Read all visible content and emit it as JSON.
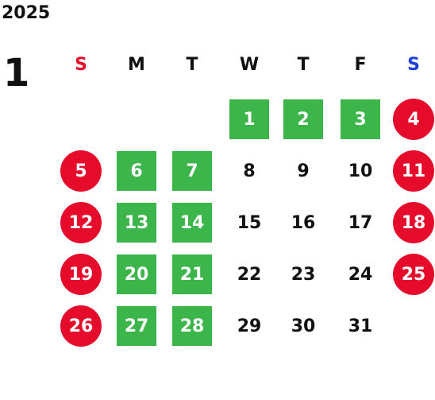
{
  "calendar": {
    "year": "2025",
    "month": "1",
    "weekdays": [
      {
        "label": "S",
        "color": "#e60b2a"
      },
      {
        "label": "M",
        "color": "#111111"
      },
      {
        "label": "T",
        "color": "#111111"
      },
      {
        "label": "W",
        "color": "#111111"
      },
      {
        "label": "T",
        "color": "#111111"
      },
      {
        "label": "F",
        "color": "#111111"
      },
      {
        "label": "S",
        "color": "#1f3fd8"
      }
    ],
    "colors": {
      "workday": "#3cb54a",
      "holiday": "#e60b2a",
      "text": "#111111"
    },
    "weeks": [
      [
        null,
        null,
        null,
        {
          "day": "1",
          "style": "workday"
        },
        {
          "day": "2",
          "style": "workday"
        },
        {
          "day": "3",
          "style": "workday"
        },
        {
          "day": "4",
          "style": "holiday"
        }
      ],
      [
        {
          "day": "5",
          "style": "holiday"
        },
        {
          "day": "6",
          "style": "workday"
        },
        {
          "day": "7",
          "style": "workday"
        },
        {
          "day": "8",
          "style": "plain"
        },
        {
          "day": "9",
          "style": "plain"
        },
        {
          "day": "10",
          "style": "plain"
        },
        {
          "day": "11",
          "style": "holiday"
        }
      ],
      [
        {
          "day": "12",
          "style": "holiday"
        },
        {
          "day": "13",
          "style": "workday"
        },
        {
          "day": "14",
          "style": "workday"
        },
        {
          "day": "15",
          "style": "plain"
        },
        {
          "day": "16",
          "style": "plain"
        },
        {
          "day": "17",
          "style": "plain"
        },
        {
          "day": "18",
          "style": "holiday"
        }
      ],
      [
        {
          "day": "19",
          "style": "holiday"
        },
        {
          "day": "20",
          "style": "workday"
        },
        {
          "day": "21",
          "style": "workday"
        },
        {
          "day": "22",
          "style": "plain"
        },
        {
          "day": "23",
          "style": "plain"
        },
        {
          "day": "24",
          "style": "plain"
        },
        {
          "day": "25",
          "style": "holiday"
        }
      ],
      [
        {
          "day": "26",
          "style": "holiday"
        },
        {
          "day": "27",
          "style": "workday"
        },
        {
          "day": "28",
          "style": "workday"
        },
        {
          "day": "29",
          "style": "plain"
        },
        {
          "day": "30",
          "style": "plain"
        },
        {
          "day": "31",
          "style": "plain"
        },
        null
      ]
    ]
  }
}
